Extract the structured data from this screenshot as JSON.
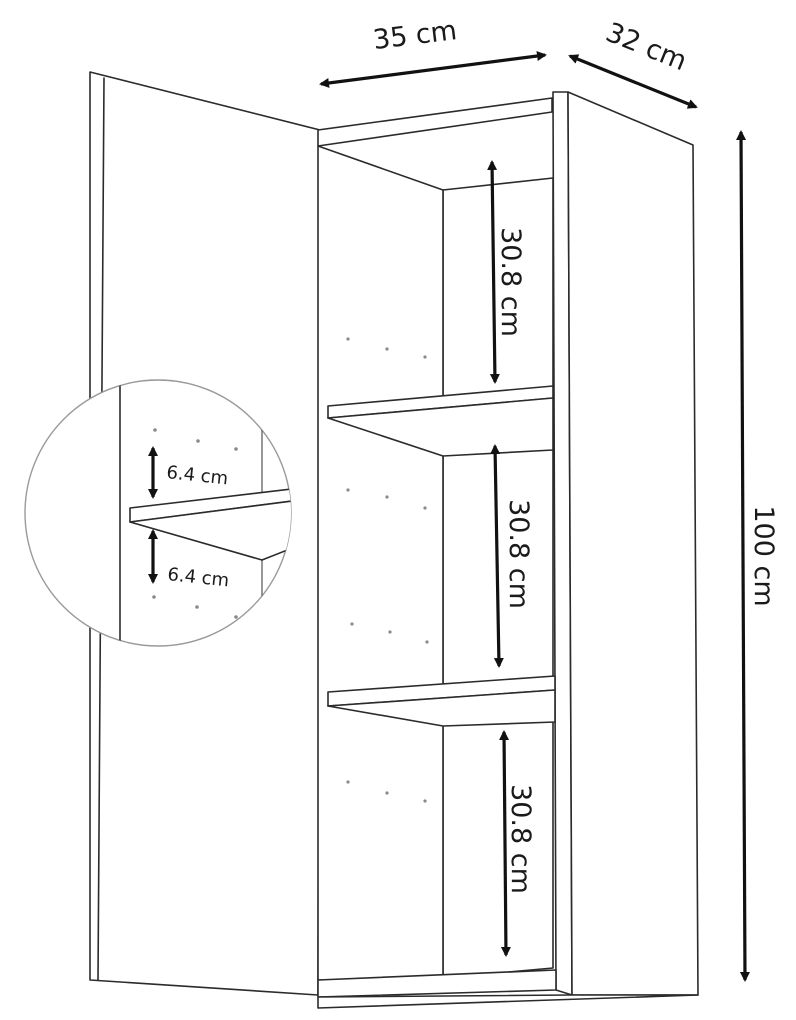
{
  "dimensions": {
    "width": "35 cm",
    "depth": "32 cm",
    "height": "100 cm",
    "compartment_top": "30.8 cm",
    "compartment_middle": "30.8 cm",
    "compartment_bottom": "30.8 cm",
    "hole_spacing_above": "6.4 cm",
    "hole_spacing_below": "6.4 cm"
  },
  "colors": {
    "line": "#2b2b2b",
    "arrow": "#111111",
    "lens": "#9a9a9a"
  },
  "icons": {
    "arrow": "double-headed-arrow"
  }
}
